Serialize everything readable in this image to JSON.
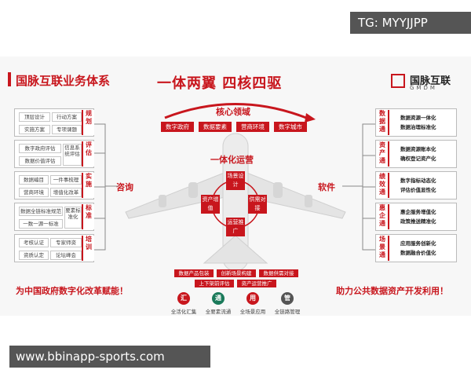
{
  "watermark_top": "TG: MYYJJPP",
  "watermark_bottom": "www.bbinapp-sports.com",
  "title": "国脉互联业务体系",
  "slogan": "一体两翼  四核四驱",
  "logo": {
    "name": "国脉互联",
    "sub": "GMDM"
  },
  "core": {
    "title": "核心领域",
    "tags": [
      "数字政府",
      "数据要素",
      "营商环境",
      "数字城市"
    ]
  },
  "operation": {
    "title": "一体化运营",
    "boxes": [
      "场景设计",
      "资产增值",
      "供需对接",
      "运营推广"
    ]
  },
  "left": {
    "label": "咨询",
    "groups": [
      {
        "tab": "规划",
        "items": [
          "顶层设计",
          "行动方案",
          "实施方案",
          "专项课题"
        ]
      },
      {
        "tab": "评估",
        "items": [
          "数字政府评估",
          "数据价值评估",
          "信息系统评估"
        ]
      },
      {
        "tab": "实施",
        "items": [
          "数据编目",
          "一件事梳理",
          "营商环境",
          "增值化改革"
        ]
      },
      {
        "tab": "标准",
        "items": [
          "数据全链标准规范",
          "一数一源一标准",
          "要素标准化"
        ]
      },
      {
        "tab": "培训",
        "items": [
          "考核认证",
          "专家师资",
          "资质认定",
          "论坛峰会"
        ]
      }
    ]
  },
  "right": {
    "label": "软件",
    "groups": [
      {
        "tab": "数据通",
        "items": [
          "数据资源一体化",
          "数据治理标准化"
        ]
      },
      {
        "tab": "资产通",
        "items": [
          "数据资源账本化",
          "确权登记资产化"
        ]
      },
      {
        "tab": "绩效通",
        "items": [
          "数字指标动态化",
          "评估价值显性化"
        ]
      },
      {
        "tab": "惠企通",
        "items": [
          "惠企服务增值化",
          "政策推送精准化"
        ]
      },
      {
        "tab": "场景通",
        "items": [
          "应用服务创新化",
          "数据融合价值化"
        ]
      }
    ]
  },
  "bottom": {
    "left_text": "为中国政府数字化改革赋能！",
    "right_text": "助力公共数据资产开发利用！",
    "tags": [
      "数据产品包装",
      "创新场景构建",
      "数据供需对接",
      "上下架前评估",
      "资产运营推广"
    ],
    "circles": [
      {
        "char": "汇",
        "label": "全活化汇集",
        "color": "#c8161d"
      },
      {
        "char": "通",
        "label": "全要素流通",
        "color": "#1a7a5a"
      },
      {
        "char": "用",
        "label": "全场景应用",
        "color": "#c8161d"
      },
      {
        "char": "管",
        "label": "全链路管理",
        "color": "#555555"
      }
    ]
  }
}
